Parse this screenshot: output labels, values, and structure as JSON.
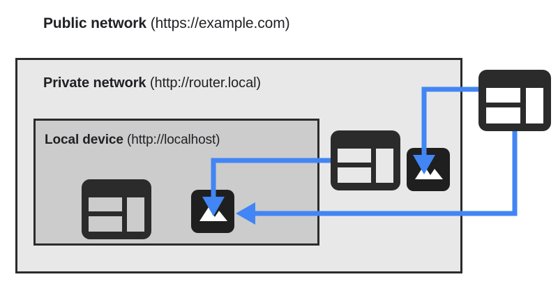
{
  "diagram": {
    "type": "network-scope-diagram",
    "colors": {
      "arrow_blue": "#4285f4",
      "icon_dark": "#2b2b2b",
      "public_bg": "#ffffff",
      "private_bg": "#e8e8e8",
      "local_bg": "#cccccc",
      "border": "#2b2b2b",
      "text": "#202124"
    },
    "zones": [
      {
        "id": "public-network",
        "label_strong": "Public network",
        "label_url": " (https://example.com)",
        "url": "https://example.com"
      },
      {
        "id": "private-network",
        "label_strong": "Private network",
        "label_url": " (http://router.local)",
        "url": "http://router.local"
      },
      {
        "id": "local-device",
        "label_strong": "Local device",
        "label_url": " (http://localhost)",
        "url": "http://localhost"
      }
    ],
    "nodes": [
      {
        "id": "browser-icon-public",
        "icon": "browser-window-icon",
        "zone": "public-network"
      },
      {
        "id": "browser-icon-private",
        "icon": "browser-window-icon",
        "zone": "private-network"
      },
      {
        "id": "browser-icon-local",
        "icon": "browser-window-icon",
        "zone": "local-device"
      },
      {
        "id": "image-icon-private",
        "icon": "image-photo-icon",
        "zone": "private-network"
      },
      {
        "id": "image-icon-local",
        "icon": "image-photo-icon",
        "zone": "local-device"
      }
    ],
    "arrows": [
      {
        "id": "arrow-public-to-private-image",
        "from": "browser-icon-public",
        "to": "image-icon-private"
      },
      {
        "id": "arrow-private-to-local-image",
        "from": "browser-icon-private",
        "to": "image-icon-local"
      },
      {
        "id": "arrow-public-to-local-image",
        "from": "browser-icon-public",
        "to": "image-icon-local"
      }
    ]
  }
}
